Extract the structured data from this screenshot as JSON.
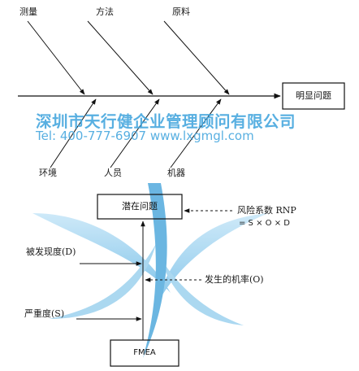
{
  "fishbone": {
    "causes_top": [
      "测量",
      "方法",
      "原料"
    ],
    "causes_bottom": [
      "环境",
      "人员",
      "机器"
    ],
    "effect": "明显问题"
  },
  "fmea": {
    "top_box": "潜在问题",
    "bottom_box": "FMEA",
    "rpn_title": "风险系数 RNP",
    "rpn_formula": "= S × O × D",
    "detection": "被发现度(D)",
    "occurrence": "发生的机率(O)",
    "severity": "严重度(S)"
  },
  "watermark": {
    "line1": "深圳市天行健企业管理顾问有限公司",
    "line2": "Tel: 400-777-6907 www.lxgmgl.com",
    "accent_color": "#46a7de"
  }
}
